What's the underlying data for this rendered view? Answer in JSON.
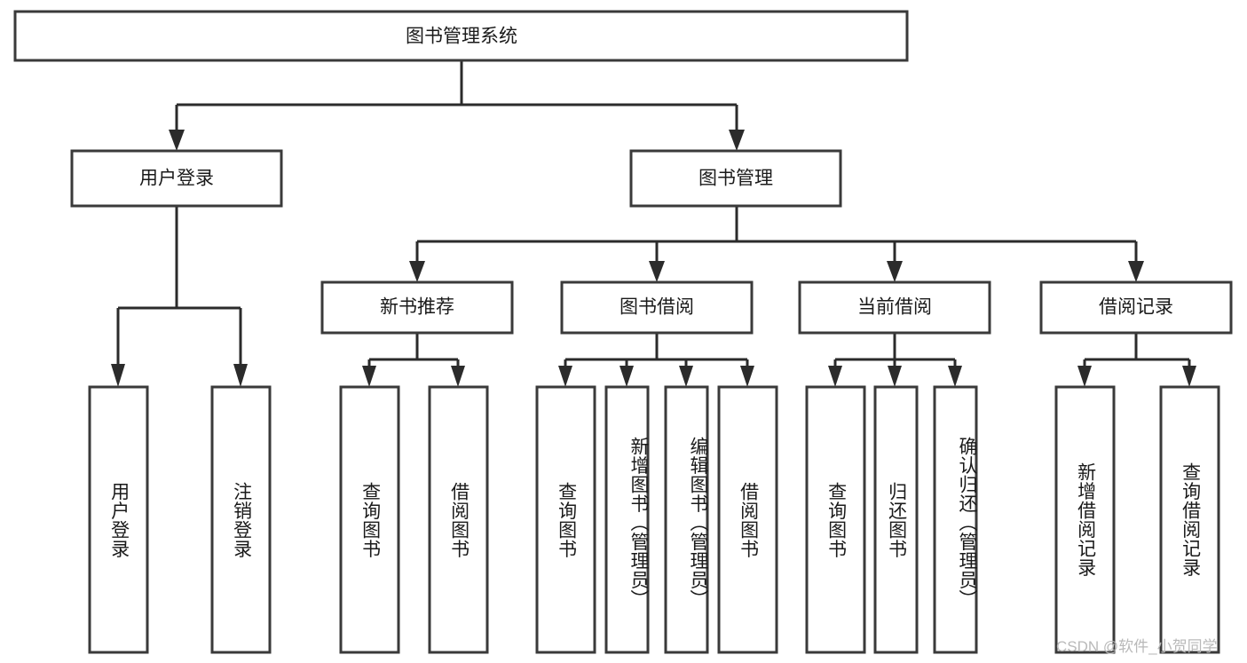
{
  "diagram": {
    "type": "tree",
    "title": "图书管理系统",
    "orientation": "top-down",
    "colors": {
      "box_stroke": "#3a3a3a",
      "box_fill": "#ffffff",
      "connector": "#2b2b2b",
      "text": "#1a1a1a",
      "watermark": "#b9b9b9",
      "background": "#ffffff"
    },
    "levels": {
      "root": {
        "label": "图书管理系统"
      },
      "level2": [
        {
          "label": "用户登录"
        },
        {
          "label": "图书管理"
        }
      ],
      "level3": [
        {
          "label": "新书推荐"
        },
        {
          "label": "图书借阅"
        },
        {
          "label": "当前借阅"
        },
        {
          "label": "借阅记录"
        }
      ]
    },
    "nodes": {
      "root": "图书管理系统",
      "user_login": "用户登录",
      "book_manage": "图书管理",
      "new_book_rec": "新书推荐",
      "book_borrow": "图书借阅",
      "current_borrow": "当前借阅",
      "borrow_record": "借阅记录",
      "leaf_user_login": "用户登录",
      "leaf_logout": "注销登录",
      "leaf_query_book_1": "查询图书",
      "leaf_borrow_book_1": "借阅图书",
      "leaf_query_book_2": "查询图书",
      "leaf_add_book": "新增图书（管理员）",
      "leaf_edit_book": "编辑图书（管理员）",
      "leaf_borrow_book_2": "借阅图书",
      "leaf_query_book_3": "查询图书",
      "leaf_return_book": "归还图书",
      "leaf_confirm_return": "确认归还（管理员）",
      "leaf_add_record": "新增借阅记录",
      "leaf_query_record": "查询借阅记录"
    },
    "edges": [
      {
        "from": "图书管理系统",
        "to": "用户登录"
      },
      {
        "from": "图书管理系统",
        "to": "图书管理"
      },
      {
        "from": "图书管理",
        "to": "新书推荐"
      },
      {
        "from": "图书管理",
        "to": "图书借阅"
      },
      {
        "from": "图书管理",
        "to": "当前借阅"
      },
      {
        "from": "图书管理",
        "to": "借阅记录"
      },
      {
        "from": "用户登录",
        "to": "用户登录"
      },
      {
        "from": "用户登录",
        "to": "注销登录"
      },
      {
        "from": "新书推荐",
        "to": "查询图书"
      },
      {
        "from": "新书推荐",
        "to": "借阅图书"
      },
      {
        "from": "图书借阅",
        "to": "查询图书"
      },
      {
        "from": "图书借阅",
        "to": "新增图书（管理员）"
      },
      {
        "from": "图书借阅",
        "to": "编辑图书（管理员）"
      },
      {
        "from": "图书借阅",
        "to": "借阅图书"
      },
      {
        "from": "当前借阅",
        "to": "查询图书"
      },
      {
        "from": "当前借阅",
        "to": "归还图书"
      },
      {
        "from": "当前借阅",
        "to": "确认归还（管理员）"
      },
      {
        "from": "借阅记录",
        "to": "新增借阅记录"
      },
      {
        "from": "借阅记录",
        "to": "查询借阅记录"
      }
    ]
  },
  "watermark": {
    "text": "CSDN @软件_小贺同学"
  }
}
